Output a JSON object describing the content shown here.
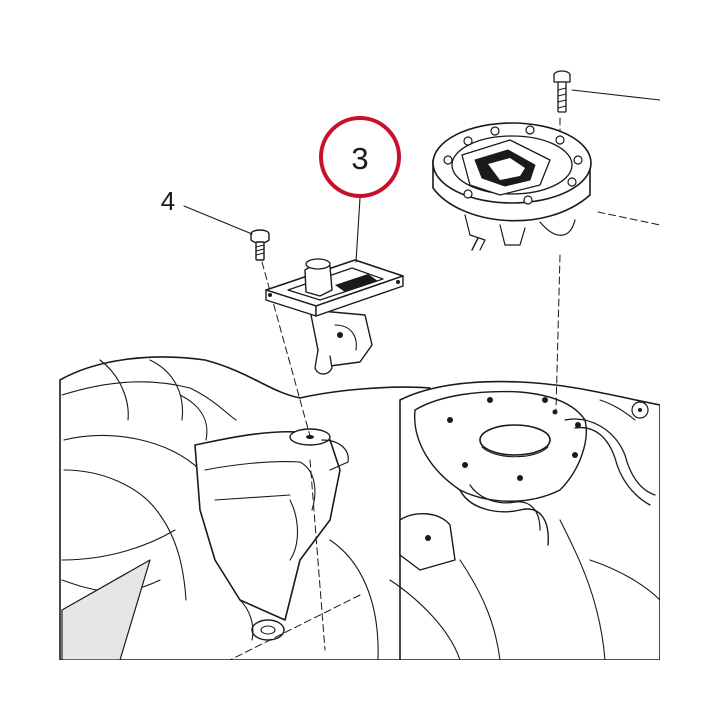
{
  "diagram": {
    "callouts": [
      {
        "id": "part-3",
        "label": "3",
        "highlighted": true
      },
      {
        "id": "part-4",
        "label": "4",
        "highlighted": false
      }
    ],
    "colors": {
      "line": "#1a1a1a",
      "fill": "#ffffff",
      "highlight": "#c8102e",
      "shade": "#e6e6e6"
    }
  }
}
